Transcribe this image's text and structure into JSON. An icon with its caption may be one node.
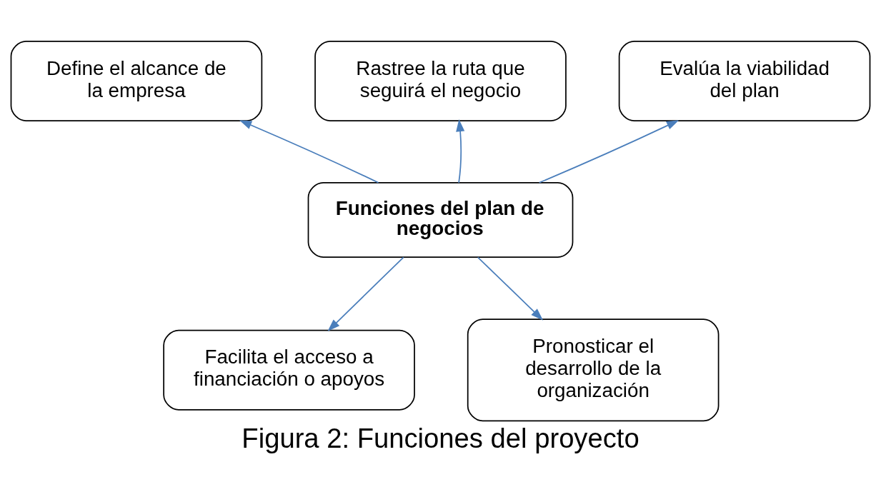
{
  "diagram": {
    "caption": "Figura 2: Funciones del proyecto",
    "nodes": [
      {
        "text": [
          "Define el alcance de la empresa"
        ]
      },
      {
        "text": [
          "Rastree la ruta que seguirá el negocio"
        ]
      },
      {
        "text": [
          "Evalúa la viabilidad del plan"
        ]
      },
      {
        "text": [
          "Funciones del plan de negocios"
        ]
      },
      {
        "text": [
          "Facilita el acceso a financiación o apoyos"
        ]
      },
      {
        "text": [
          "Pronosticar el desarrollo de la organización"
        ]
      }
    ],
    "edges": [
      {
        "from": 3,
        "to": 0,
        "arrow": "to"
      },
      {
        "from": 3,
        "to": 1,
        "arrow": "to"
      },
      {
        "from": 3,
        "to": 2,
        "arrow": "to"
      },
      {
        "from": 3,
        "to": 4,
        "arrow": "to"
      },
      {
        "from": 3,
        "to": 5,
        "arrow": "to"
      }
    ]
  }
}
